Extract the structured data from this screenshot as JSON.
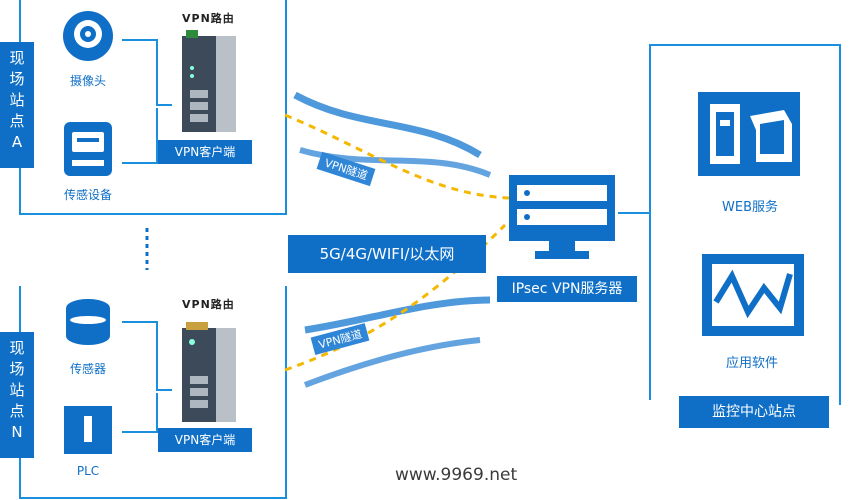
{
  "site_a": {
    "label": [
      "现",
      "场",
      "站",
      "点",
      "A"
    ],
    "vpn_client": "VPN客户端",
    "device1_caption": "摄像头",
    "device2_caption": "传感设备",
    "router_model": "VPN路由"
  },
  "site_n": {
    "label": [
      "现",
      "场",
      "站",
      "点",
      "N"
    ],
    "vpn_client": "VPN客户端",
    "device1_caption": "传感器",
    "device2_caption": "PLC",
    "router_model": "VPN路由"
  },
  "network": {
    "badge": "5G/4G/WIFI/以太网",
    "tunnel_top": "VPN隧道",
    "tunnel_bottom": "VPN隧道"
  },
  "server": {
    "label": "IPsec VPN服务器"
  },
  "center": {
    "label": "监控中心站点",
    "web_caption": "WEB服务",
    "app_caption": "应用软件"
  },
  "watermark": "www.9969.net",
  "colors": {
    "primary": "#0f6fc7",
    "accent": "#1a8fe0",
    "tunnel": "#f5b800"
  }
}
